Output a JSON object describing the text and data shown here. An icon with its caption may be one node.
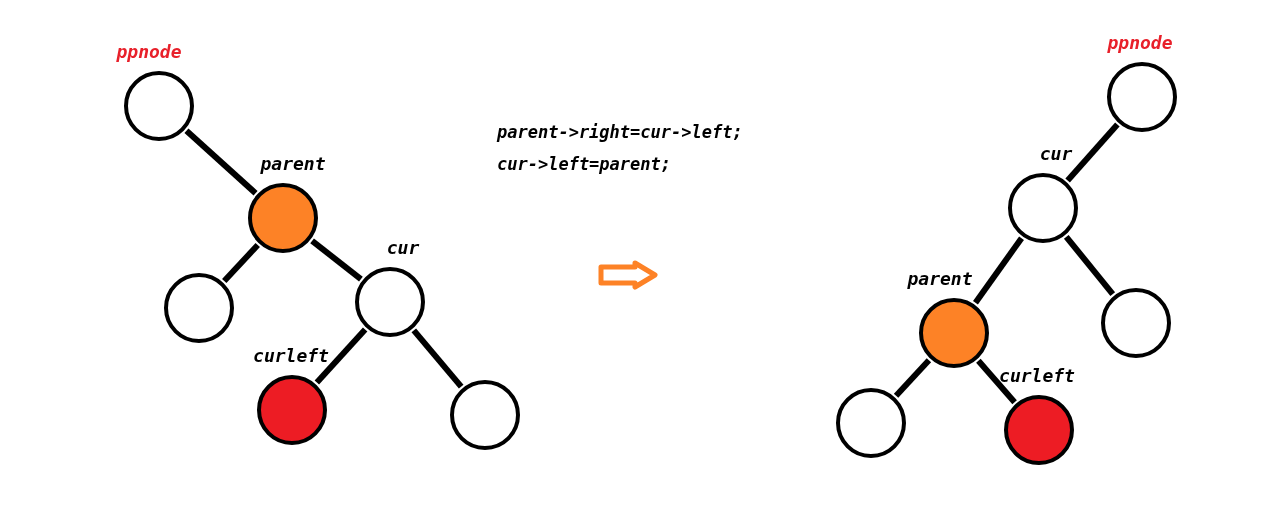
{
  "diagram": {
    "nodes": [
      {
        "text": [
          "ppnode"
        ]
      },
      {
        "text": [
          "parent"
        ]
      },
      {
        "text": [],
        "shape": "circle"
      },
      {
        "text": [
          "cur"
        ]
      },
      {
        "text": [
          "curleft"
        ]
      },
      {
        "text": [],
        "shape": "circle"
      },
      {
        "text": [
          "ppnode"
        ]
      },
      {
        "text": [
          "cur"
        ]
      },
      {
        "text": [],
        "shape": "circle"
      },
      {
        "text": [
          "parent"
        ]
      },
      {
        "text": [],
        "shape": "circle"
      },
      {
        "text": [
          "curleft"
        ]
      }
    ],
    "edges": [
      {
        "from": 0,
        "to": 1,
        "arrow": "none"
      },
      {
        "from": 1,
        "to": 2,
        "arrow": "none"
      },
      {
        "from": 1,
        "to": 3,
        "arrow": "none"
      },
      {
        "from": 3,
        "to": 4,
        "arrow": "none"
      },
      {
        "from": 3,
        "to": 5,
        "arrow": "none"
      },
      {
        "from": 6,
        "to": 7,
        "arrow": "none"
      },
      {
        "from": 7,
        "to": 9,
        "arrow": "none"
      },
      {
        "from": 7,
        "to": 8,
        "arrow": "none"
      },
      {
        "from": 9,
        "to": 10,
        "arrow": "none"
      },
      {
        "from": 9,
        "to": 11,
        "arrow": "none"
      }
    ],
    "labels": [
      "parent->right=cur->left;",
      "cur->left=parent;"
    ]
  }
}
